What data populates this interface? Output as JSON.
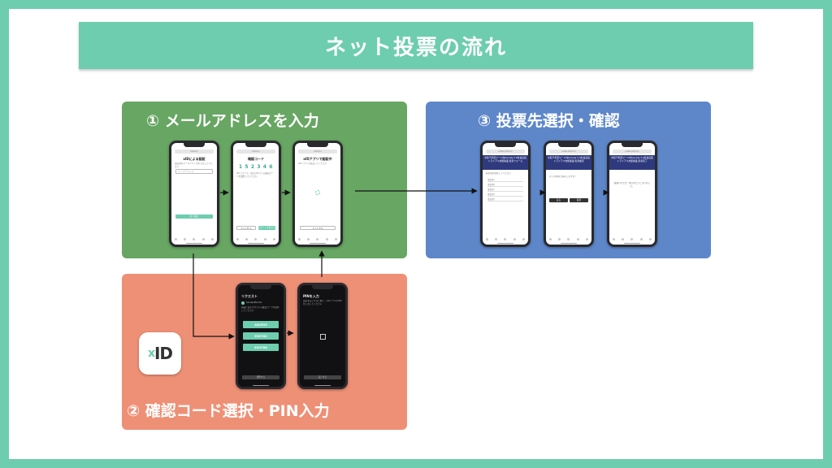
{
  "title": "ネット投票の流れ",
  "steps": [
    {
      "label": "① メールアドレスを入力",
      "screens": [
        {
          "url": "xid.inc",
          "title": "xIDによる認証",
          "text": "認証用のメールアドレスを入力してください",
          "input_placeholder": "メールアドレス",
          "button": "次へ進む"
        },
        {
          "url": "xid.inc",
          "title": "確認コード",
          "code": "1 5 2 3 4 6",
          "text": "xIDアプリで、表示されている確認コードを選択してください",
          "left_button": "キャンセル",
          "right_button": "ログインを続ける"
        },
        {
          "url": "xid.inc",
          "title": "xIDアプリで認証中",
          "text": "xIDアプリで認証してください",
          "button": "キャンセル"
        }
      ]
    },
    {
      "label": "② 確認コード選択・PIN入力",
      "screens": [
        {
          "title": "リクエスト",
          "account": "SampleMonitor",
          "text": "画面に表示されている確認コードを選択してください",
          "codes": [
            "462593",
            "590782",
            "829786"
          ],
          "button": "拒否する"
        },
        {
          "title": "PINを入力",
          "text": "認証を完了するために、xIDアプリのPINを入力してください",
          "button": "完了する"
        }
      ]
    },
    {
      "label": "③ 投票先選択・確認",
      "screens": [
        {
          "url": "vote.xid.inc",
          "banner": "令和５年度ワード内Society 5.0社会実装トライアル支援事業 投票フォーム",
          "text": "投票先を選択してください",
          "options": [
            "事業者A",
            "事業者B",
            "事業者C",
            "事業者D",
            "事業者E"
          ]
        },
        {
          "url": "vote.xid.inc",
          "banner": "令和５年度ワード内Society 5.0社会実装トライアル支援事業 投票確認",
          "text": "以下の内容で投票しますか？",
          "left_button": "戻る",
          "right_button": "投票"
        },
        {
          "url": "vote.xid.inc",
          "banner": "令和５年度ワード内Society 5.0社会実装トライアル支援事業 投票完了",
          "text": "投票いただき、ありがとうございました。"
        }
      ]
    }
  ],
  "logo": {
    "x_mark": "x",
    "text": "ID"
  },
  "colors": {
    "accent": "#6dcdae",
    "step1": "#67a663",
    "step2": "#ee9076",
    "step3": "#5e87c9",
    "banner": "#2f3a7e"
  }
}
